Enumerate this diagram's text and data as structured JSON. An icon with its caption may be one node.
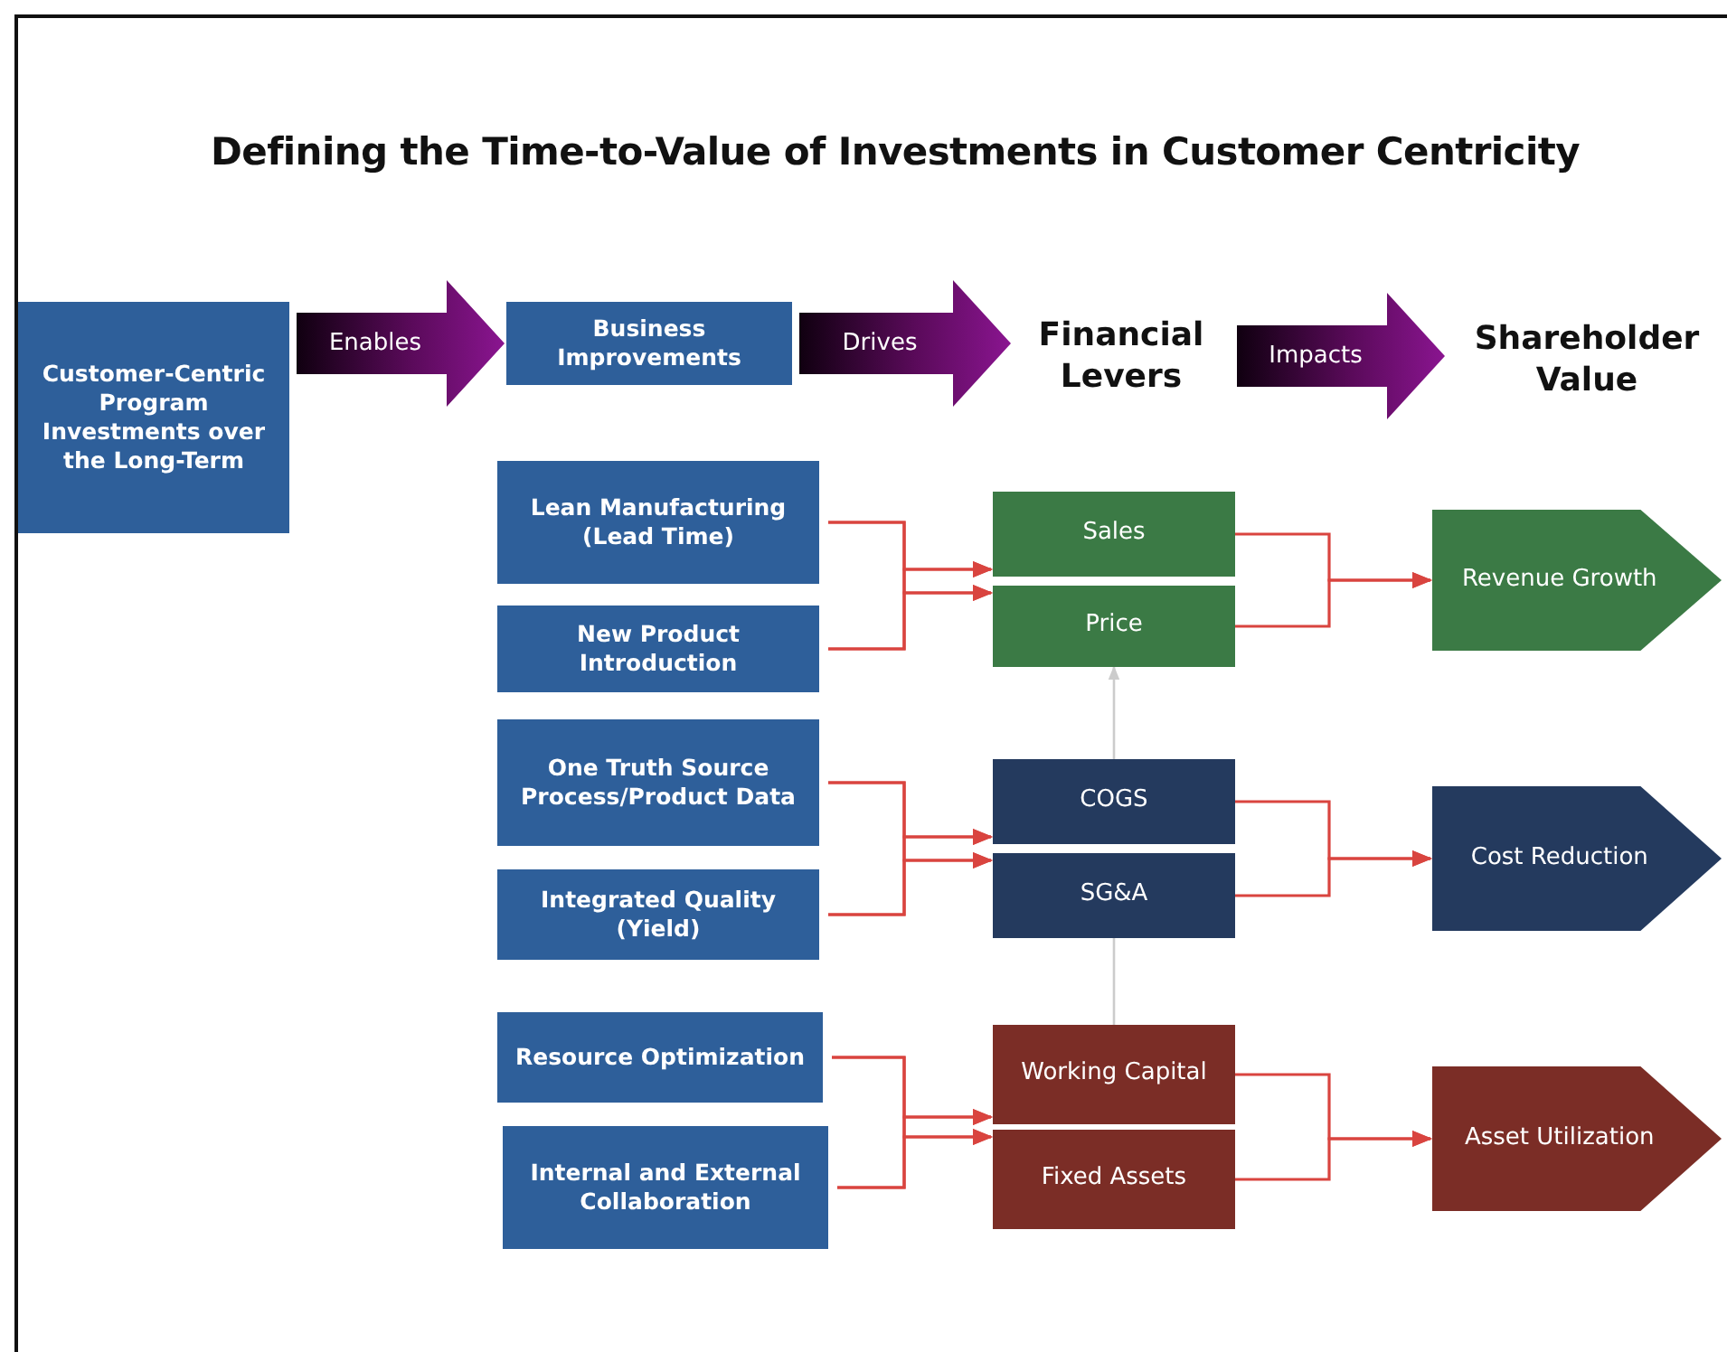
{
  "diagram": {
    "title": "Defining the Time-to-Value of Investments in Customer Centricity",
    "nodes": [
      {
        "text": [
          "Customer-Centric Program Investments over the Long-Term"
        ]
      },
      {
        "text": [
          "Business Improvements"
        ]
      },
      {
        "text": [
          "Financial Levers"
        ]
      },
      {
        "text": [
          "Shareholder Value"
        ]
      },
      {
        "text": [
          "Lean Manufacturing (Lead Time)"
        ]
      },
      {
        "text": [
          "New Product Introduction"
        ]
      },
      {
        "text": [
          "Sales"
        ]
      },
      {
        "text": [
          "Price"
        ]
      },
      {
        "text": [
          "Revenue Growth"
        ]
      },
      {
        "text": [
          "One Truth Source Process/Product Data"
        ]
      },
      {
        "text": [
          "Integrated Quality (Yield)"
        ]
      },
      {
        "text": [
          "COGS"
        ]
      },
      {
        "text": [
          "SG&A"
        ]
      },
      {
        "text": [
          "Cost Reduction"
        ]
      },
      {
        "text": [
          "Resource Optimization"
        ]
      },
      {
        "text": [
          "Internal and External Collaboration"
        ]
      },
      {
        "text": [
          "Working Capital"
        ]
      },
      {
        "text": [
          "Fixed Assets"
        ]
      },
      {
        "text": [
          "Asset Utilization"
        ]
      }
    ],
    "edges": [
      {
        "from": 0,
        "to": 1,
        "arrow": "to",
        "label": "Enables",
        "style": "thick"
      },
      {
        "from": 1,
        "to": 2,
        "arrow": "to",
        "label": "Drives",
        "style": "thick"
      },
      {
        "from": 2,
        "to": 3,
        "arrow": "to",
        "label": "Impacts",
        "style": "thick"
      },
      {
        "from": 4,
        "to": 6,
        "arrow": "to"
      },
      {
        "from": 4,
        "to": 7,
        "arrow": "to"
      },
      {
        "from": 5,
        "to": 6,
        "arrow": "to"
      },
      {
        "from": 5,
        "to": 7,
        "arrow": "to"
      },
      {
        "from": 6,
        "to": 8,
        "arrow": "to"
      },
      {
        "from": 7,
        "to": 8,
        "arrow": "to"
      },
      {
        "from": 9,
        "to": 11,
        "arrow": "to"
      },
      {
        "from": 9,
        "to": 12,
        "arrow": "to"
      },
      {
        "from": 10,
        "to": 11,
        "arrow": "to"
      },
      {
        "from": 10,
        "to": 12,
        "arrow": "to"
      },
      {
        "from": 11,
        "to": 13,
        "arrow": "to"
      },
      {
        "from": 12,
        "to": 13,
        "arrow": "to"
      },
      {
        "from": 14,
        "to": 16,
        "arrow": "to"
      },
      {
        "from": 14,
        "to": 17,
        "arrow": "to"
      },
      {
        "from": 15,
        "to": 16,
        "arrow": "to"
      },
      {
        "from": 15,
        "to": 17,
        "arrow": "to"
      },
      {
        "from": 16,
        "to": 18,
        "arrow": "to"
      },
      {
        "from": 17,
        "to": 18,
        "arrow": "to"
      },
      {
        "from": 11,
        "to": 7,
        "arrow": "to",
        "color": "#cccccc"
      },
      {
        "from": 16,
        "to": 12,
        "arrow": "none",
        "color": "#cccccc"
      }
    ]
  }
}
